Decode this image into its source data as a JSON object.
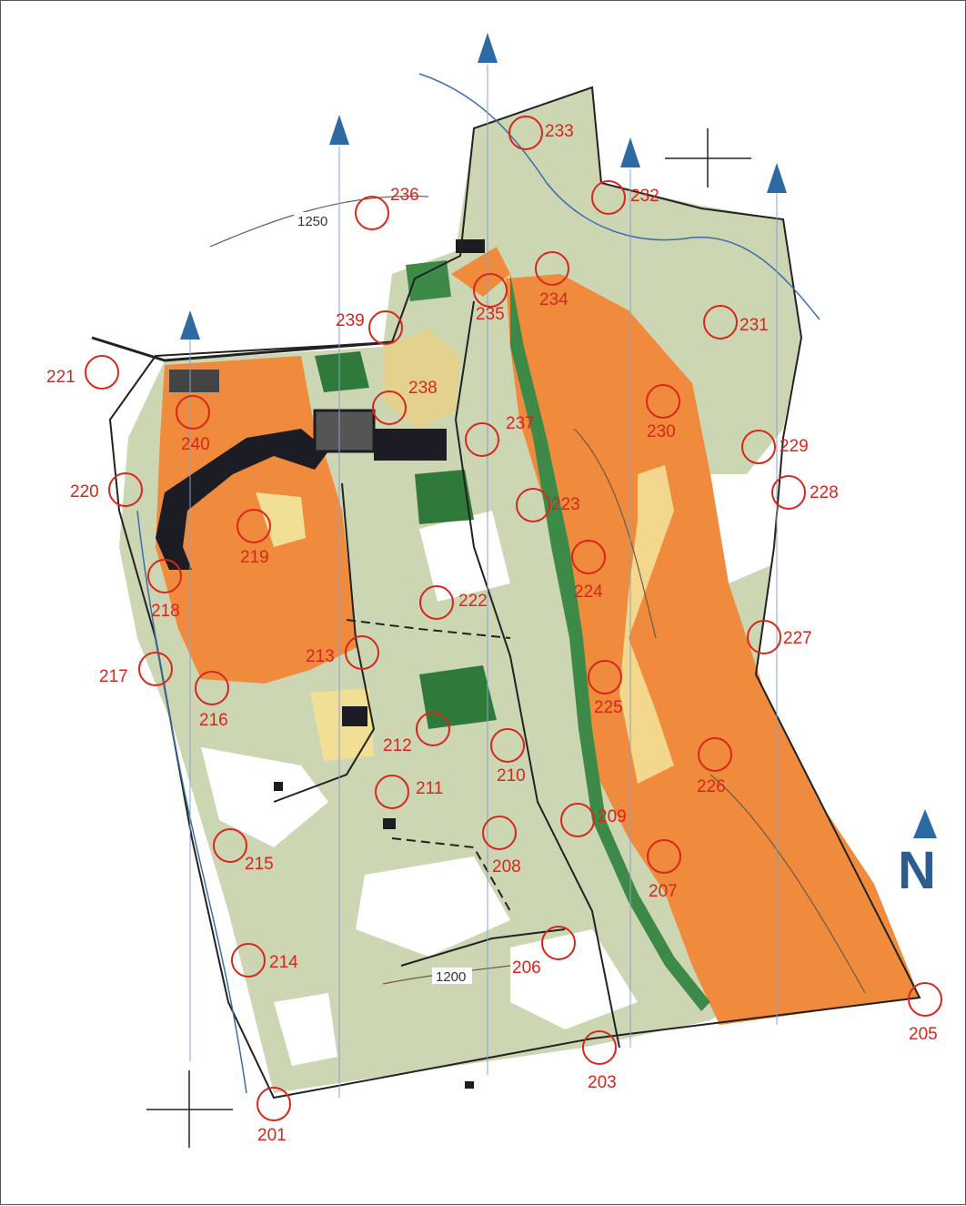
{
  "map": {
    "colors": {
      "open_land": "#f08a3c",
      "light_open": "#f2df96",
      "rough": "#c4cfa6",
      "green_dark": "#2f7a3a",
      "green_mid": "#6aa85a",
      "building": "#1c1c24",
      "control": "#d8261c",
      "north_arrow": "#2d6aa3",
      "contour": "#6b5a4a",
      "water": "#3b6fa8"
    },
    "contour_labels": [
      "1250",
      "1200"
    ],
    "north_label": "N",
    "controls": [
      {
        "id": "201",
        "label": "201"
      },
      {
        "id": "203",
        "label": "203"
      },
      {
        "id": "205",
        "label": "205"
      },
      {
        "id": "206",
        "label": "206"
      },
      {
        "id": "207",
        "label": "207"
      },
      {
        "id": "208",
        "label": "208"
      },
      {
        "id": "209",
        "label": "209"
      },
      {
        "id": "210",
        "label": "210"
      },
      {
        "id": "211",
        "label": "211"
      },
      {
        "id": "212",
        "label": "212"
      },
      {
        "id": "213",
        "label": "213"
      },
      {
        "id": "214",
        "label": "214"
      },
      {
        "id": "215",
        "label": "215"
      },
      {
        "id": "216",
        "label": "216"
      },
      {
        "id": "217",
        "label": "217"
      },
      {
        "id": "218",
        "label": "218"
      },
      {
        "id": "219",
        "label": "219"
      },
      {
        "id": "220",
        "label": "220"
      },
      {
        "id": "221",
        "label": "221"
      },
      {
        "id": "222",
        "label": "222"
      },
      {
        "id": "223",
        "label": "223"
      },
      {
        "id": "224",
        "label": "224"
      },
      {
        "id": "225",
        "label": "225"
      },
      {
        "id": "226",
        "label": "226"
      },
      {
        "id": "227",
        "label": "227"
      },
      {
        "id": "228",
        "label": "228"
      },
      {
        "id": "229",
        "label": "229"
      },
      {
        "id": "230",
        "label": "230"
      },
      {
        "id": "231",
        "label": "231"
      },
      {
        "id": "232",
        "label": "232"
      },
      {
        "id": "233",
        "label": "233"
      },
      {
        "id": "234",
        "label": "234"
      },
      {
        "id": "235",
        "label": "235"
      },
      {
        "id": "236",
        "label": "236"
      },
      {
        "id": "237",
        "label": "237"
      },
      {
        "id": "238",
        "label": "238"
      },
      {
        "id": "239",
        "label": "239"
      },
      {
        "id": "240",
        "label": "240"
      }
    ]
  }
}
